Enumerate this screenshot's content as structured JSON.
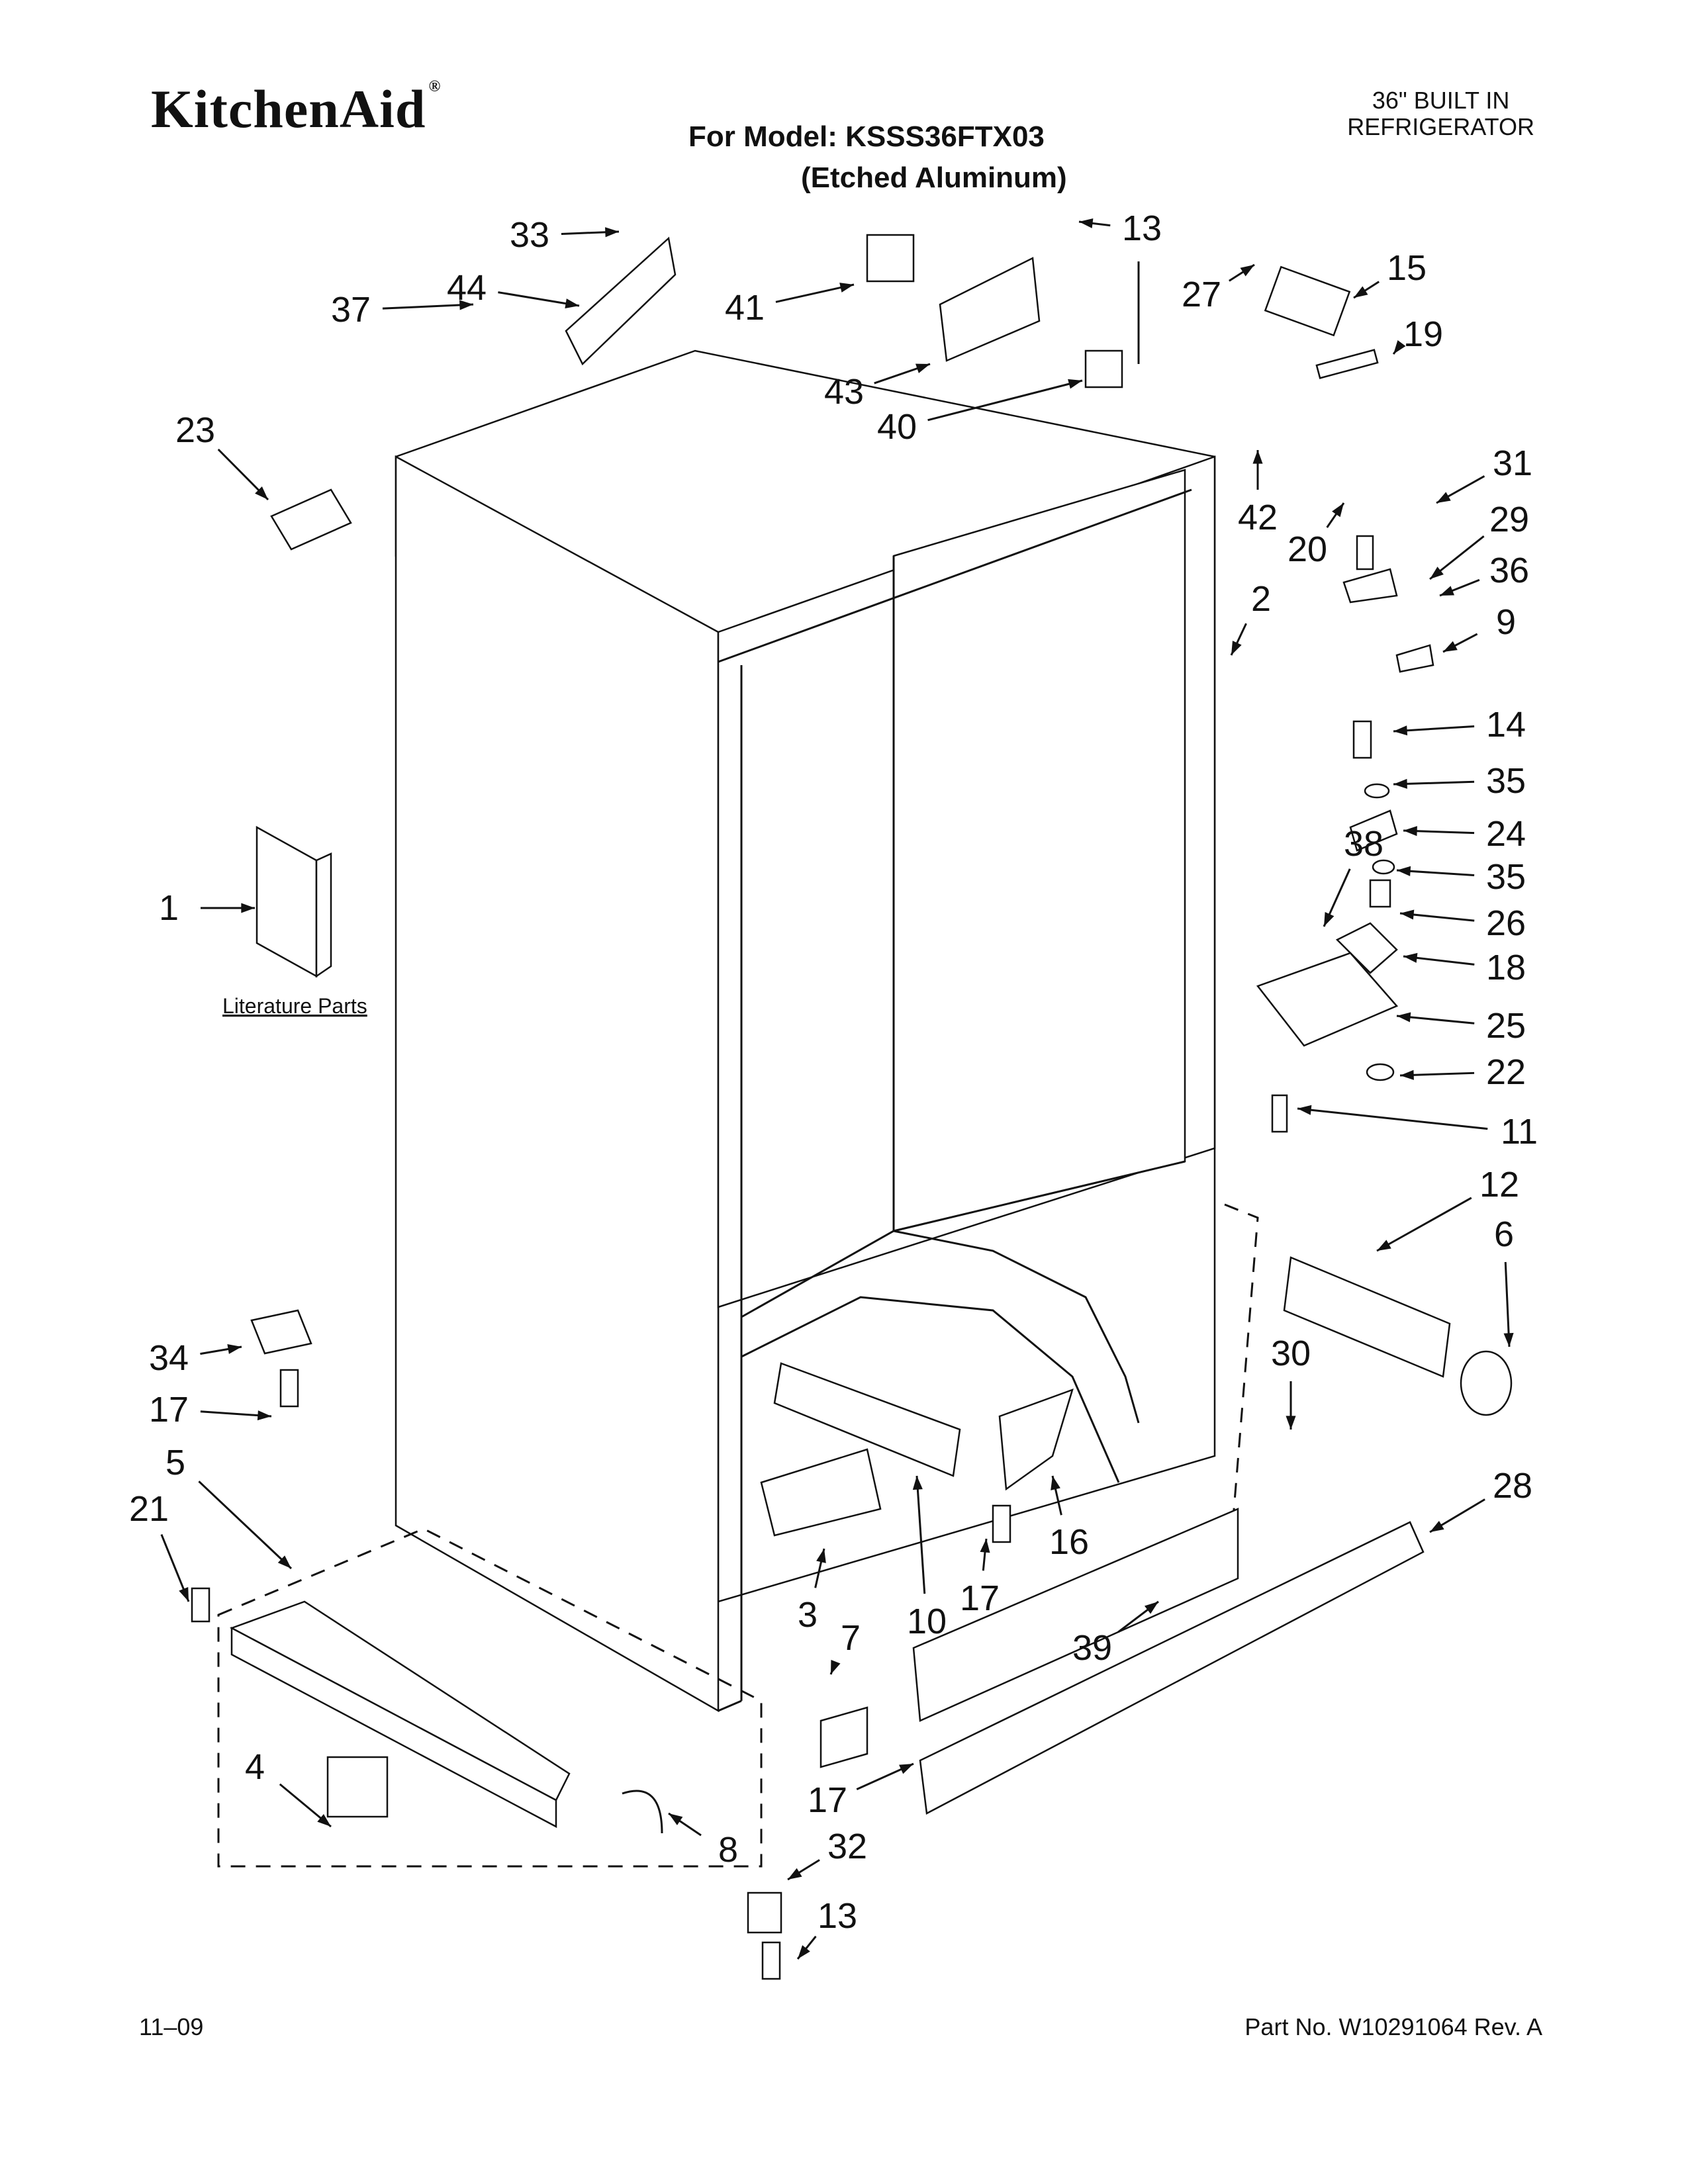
{
  "header": {
    "brand": "KitchenAid",
    "brand_mark": "®",
    "model_line": "For Model: KSSS36FTX03",
    "variant": "(Etched Aluminum)",
    "product_line1": "36\" BUILT IN",
    "product_line2": "REFRIGERATOR"
  },
  "diagram": {
    "literature_label": "Literature Parts",
    "callouts": [
      "1",
      "2",
      "3",
      "4",
      "5",
      "6",
      "7",
      "8",
      "9",
      "10",
      "11",
      "12",
      "13",
      "13",
      "14",
      "15",
      "16",
      "17",
      "17",
      "17",
      "18",
      "19",
      "20",
      "21",
      "22",
      "23",
      "24",
      "25",
      "26",
      "27",
      "28",
      "29",
      "30",
      "31",
      "32",
      "33",
      "34",
      "35",
      "35",
      "36",
      "37",
      "38",
      "39",
      "40",
      "41",
      "42",
      "43",
      "44"
    ]
  },
  "footer": {
    "date": "11–09",
    "part_number": "Part No. W10291064 Rev. A"
  }
}
